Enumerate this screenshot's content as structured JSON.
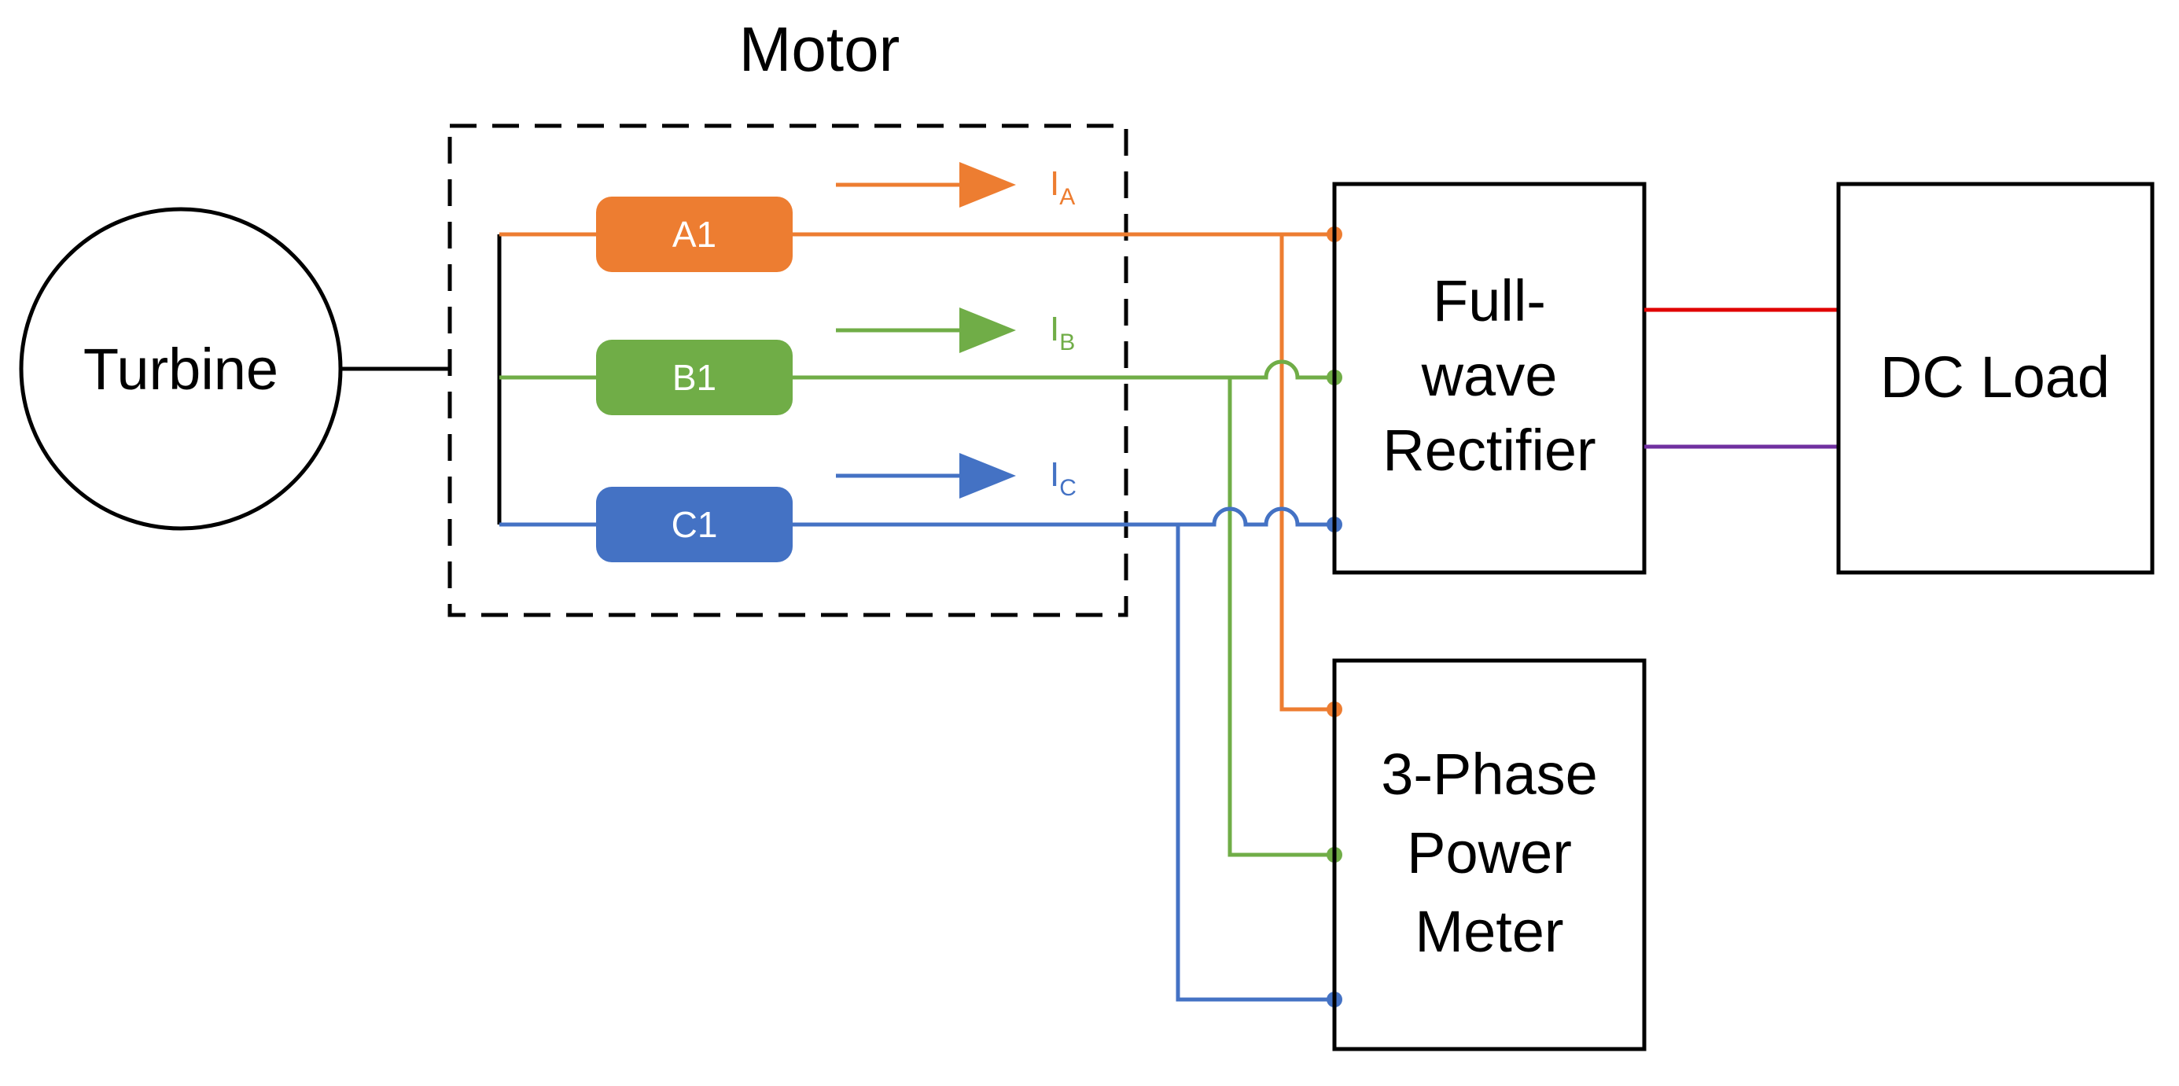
{
  "diagram": {
    "motor_title": "Motor",
    "turbine_label": "Turbine",
    "rectifier_label": [
      "Full-",
      "wave",
      "Rectifier"
    ],
    "meter_label": [
      "3-Phase",
      "Power",
      "Meter"
    ],
    "dc_load_label": "DC Load",
    "phases": [
      {
        "coil": "A1",
        "current": "I",
        "current_sub": "A",
        "color": "#ED7D31"
      },
      {
        "coil": "B1",
        "current": "I",
        "current_sub": "B",
        "color": "#70AD47"
      },
      {
        "coil": "C1",
        "current": "I",
        "current_sub": "C",
        "color": "#4472C4"
      }
    ],
    "dc_positive_color": "#E00000",
    "dc_negative_color": "#7030A0"
  }
}
